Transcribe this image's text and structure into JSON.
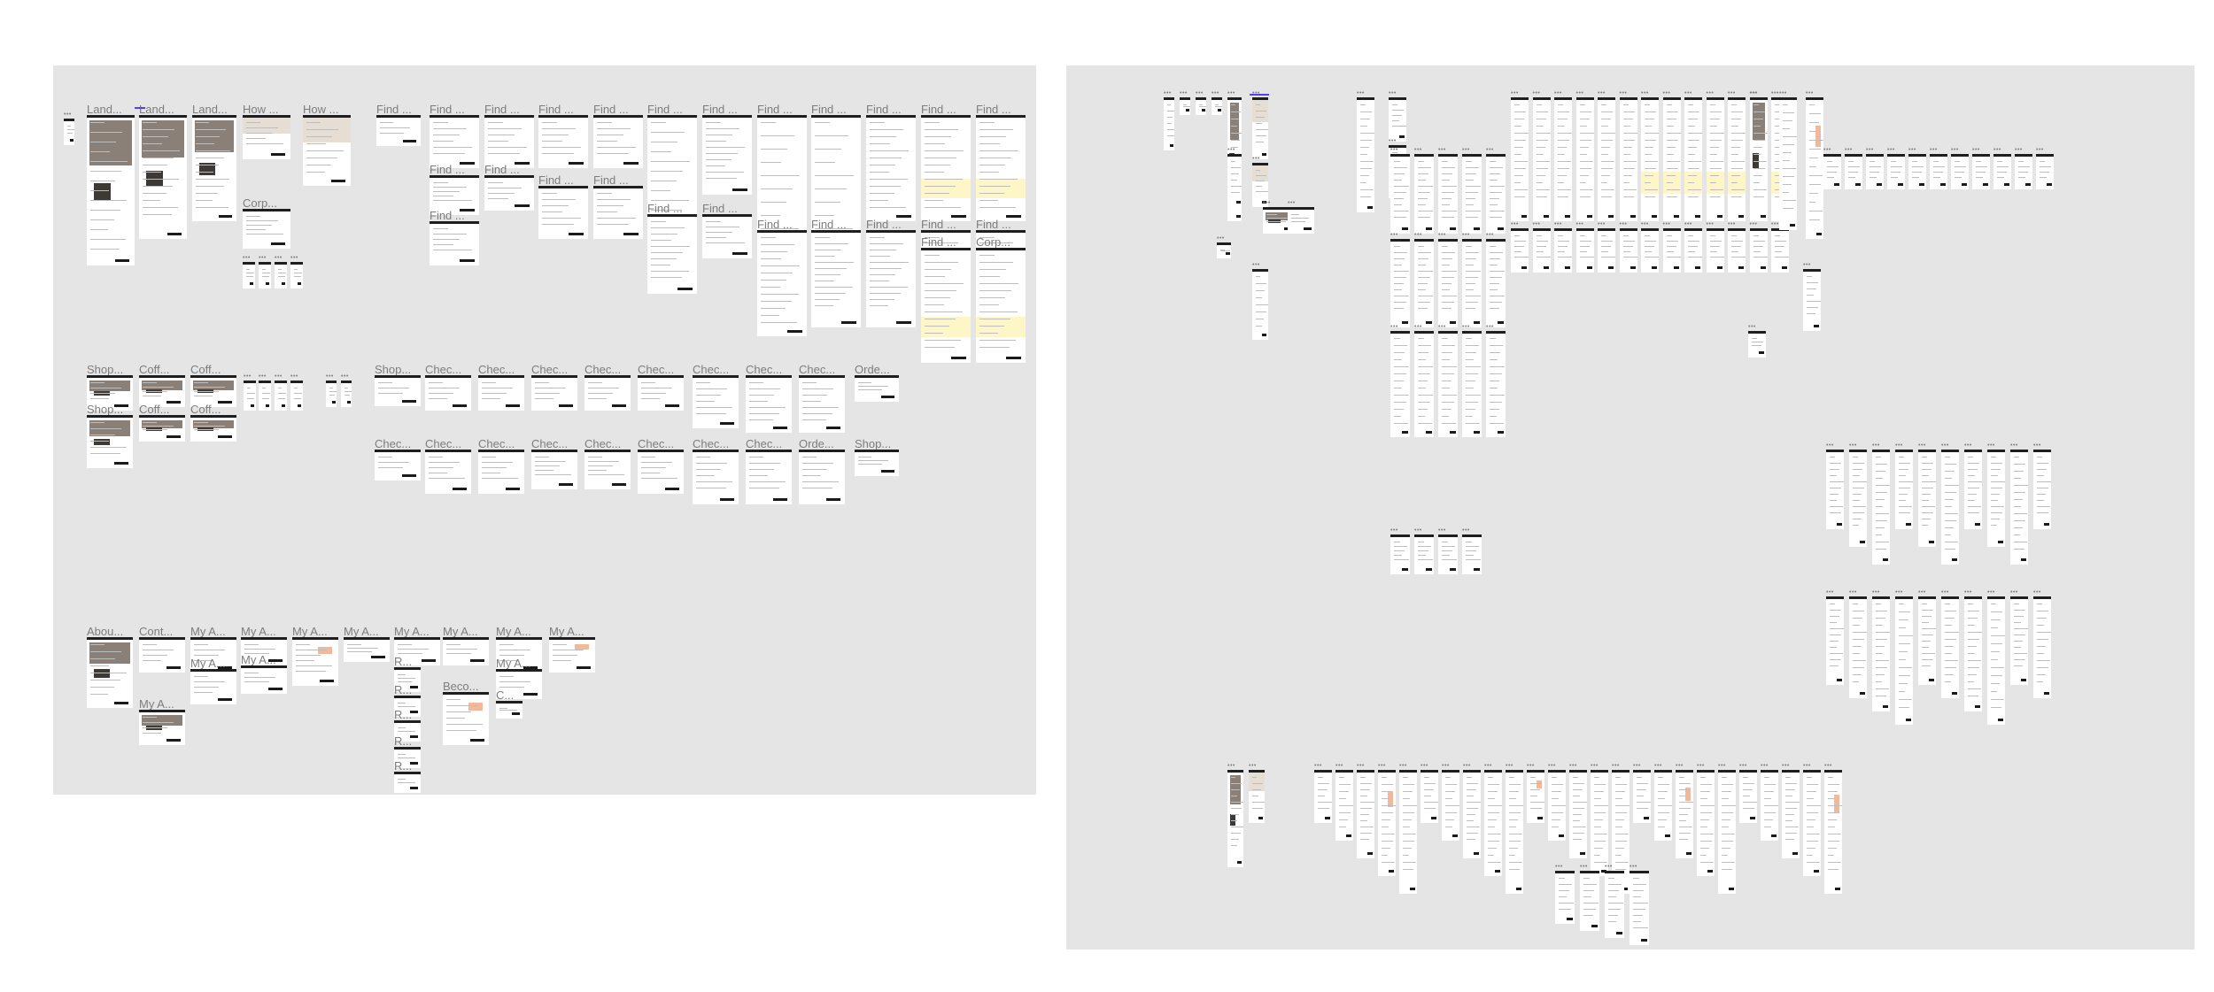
{
  "canvas": {
    "background": "#ffffff",
    "board_color": "#e5e5e5",
    "label_color": "#7d7d7d",
    "selection_color": "#5b3cf5"
  },
  "left_board": {
    "row1_labels": [
      "Land...",
      "Land...",
      "Land...",
      "How ...",
      "How ...",
      "Find ...",
      "Find ...",
      "Find ...",
      "Find ...",
      "Find ...",
      "Find ...",
      "Find ...",
      "Find ...",
      "Find ...",
      "Find ...",
      "Find ...",
      "Find ..."
    ],
    "row1_sub_labels": [
      "Corp...",
      "Find ...",
      "Find ...",
      "Find ...",
      "Find ...",
      "Find ...",
      "Find ...",
      "Find ...",
      "Find ...",
      "Find ...",
      "Find ...",
      "Find ...",
      "Find ...",
      "Find ..."
    ],
    "row2_labels": [
      "Shop...",
      "Coff...",
      "Coff...",
      "Shop...",
      "Chec...",
      "Chec...",
      "Chec...",
      "Chec...",
      "Chec...",
      "Chec...",
      "Chec...",
      "Chec...",
      "Orde...",
      "Chec...",
      "Chec...",
      "Chec...",
      "Chec...",
      "Chec...",
      "Chec...",
      "Chec...",
      "Chec...",
      "Orde..."
    ],
    "row3_labels": [
      "Abou...",
      "Cont...",
      "My A...",
      "My A...",
      "My A...",
      "My A...",
      "My A...",
      "My A...",
      "My A...",
      "My A...",
      "My A...",
      "My A...",
      "My A...",
      "Beco...",
      "My A...",
      "R...",
      "R...",
      "R...",
      "R...",
      "R...",
      "C..."
    ],
    "dots": "•••"
  }
}
